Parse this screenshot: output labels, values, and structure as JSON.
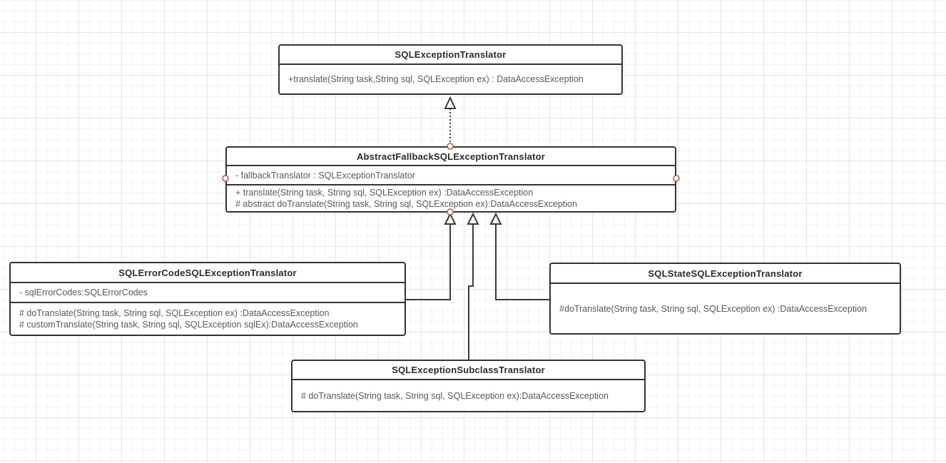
{
  "diagram": {
    "kind": "uml-class-diagram",
    "colors": {
      "box_border": "#333333",
      "box_fill": "#ffffff",
      "title_text": "#2b2b2b",
      "member_text": "#595959",
      "connector": "#3a3a3a",
      "anchor_stroke": "#b3574e",
      "grid_minor": "#f2f2f4",
      "grid_major": "#e3e4e6"
    }
  },
  "classes": [
    {
      "title": "SQLExceptionTranslator",
      "fields": [],
      "methods": [
        "+translate(String task,String sql, SQLException ex)  : DataAccessException"
      ]
    },
    {
      "title": "AbstractFallbackSQLExceptionTranslator",
      "fields": [
        "- fallbackTranslator : SQLExceptionTranslator"
      ],
      "methods": [
        "+ translate(String task, String sql, SQLException ex) :DataAccessException",
        "# abstract doTranslate(String task, String sql, SQLException ex):DataAccessException"
      ]
    },
    {
      "title": "SQLErrorCodeSQLExceptionTranslator",
      "fields": [
        "- sqlErrorCodes:SQLErrorCodes"
      ],
      "methods": [
        "# doTranslate(String task, String sql, SQLException ex) :DataAccessException",
        "# customTranslate(String task,  String sql, SQLException sqlEx):DataAccessException"
      ]
    },
    {
      "title": "SQLStateSQLExceptionTranslator",
      "fields": [],
      "methods": [
        "#doTranslate(String task, String sql, SQLException ex) :DataAccessException"
      ]
    },
    {
      "title": "SQLExceptionSubclassTranslator",
      "fields": [],
      "methods": [
        "# doTranslate(String task, String sql, SQLException ex):DataAccessException"
      ]
    }
  ],
  "relationships": [
    {
      "from": "AbstractFallbackSQLExceptionTranslator",
      "to": "SQLExceptionTranslator",
      "type": "realization",
      "line": "dotted",
      "arrow": "hollow-triangle"
    },
    {
      "from": "SQLErrorCodeSQLExceptionTranslator",
      "to": "AbstractFallbackSQLExceptionTranslator",
      "type": "generalization",
      "line": "solid",
      "arrow": "hollow-triangle"
    },
    {
      "from": "SQLExceptionSubclassTranslator",
      "to": "AbstractFallbackSQLExceptionTranslator",
      "type": "generalization",
      "line": "solid",
      "arrow": "hollow-triangle"
    },
    {
      "from": "SQLStateSQLExceptionTranslator",
      "to": "AbstractFallbackSQLExceptionTranslator",
      "type": "generalization",
      "line": "solid",
      "arrow": "hollow-triangle"
    }
  ]
}
